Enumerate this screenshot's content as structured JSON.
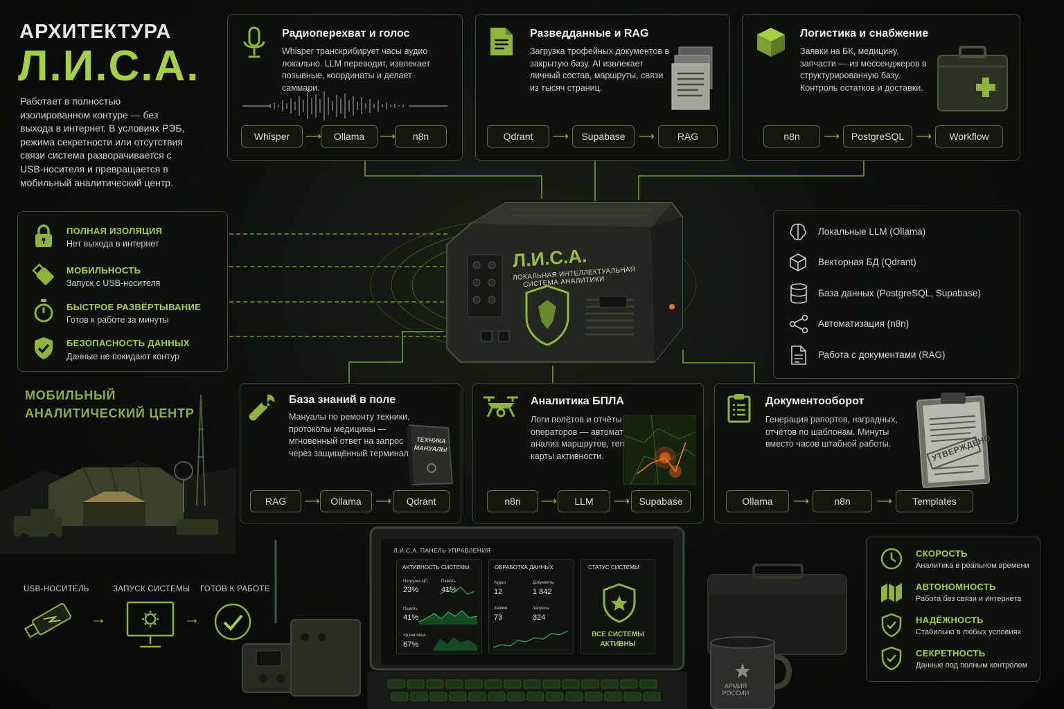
{
  "header": {
    "title_top": "АРХИТЕКТУРА",
    "title_main": "Л.И.С.А.",
    "description": "Работает в полностью изолированном контуре — без выхода в интернет. В условиях РЭБ, режима секретности или отсутствия связи система разворачивается с USB-носителя и превращается в мобильный аналитический центр."
  },
  "top_cards": [
    {
      "title": "Радиоперехват и голос",
      "text": "Whisper транскрибирует часы аудио локально. LLM переводит, извлекает позывные, координаты и делает саммари.",
      "flow": [
        "Whisper",
        "Ollama",
        "n8n"
      ],
      "icon": "microphone-icon"
    },
    {
      "title": "Разведданные и RAG",
      "text": "Загрузка трофейных документов в закрытую базу. AI извлекает личный состав, маршруты, связи из тысяч страниц.",
      "flow": [
        "Qdrant",
        "Supabase",
        "RAG"
      ],
      "icon": "document-icon"
    },
    {
      "title": "Логистика и снабжение",
      "text": "Заявки на БК, медицину, запчасти — из мессенджеров в структурированную базу. Контроль остатков и доставки.",
      "flow": [
        "n8n",
        "PostgreSQL",
        "Workflow"
      ],
      "icon": "cube-icon"
    }
  ],
  "bottom_cards": [
    {
      "title": "База знаний в поле",
      "text": "Мануалы по ремонту техники, протоколы медицины — мгновенный ответ на запрос через защищённый терминал.",
      "flow": [
        "RAG",
        "Ollama",
        "Qdrant"
      ],
      "icon": "wrench-icon",
      "book_label": "ТЕХНИКА МАНУАЛЫ"
    },
    {
      "title": "Аналитика БПЛА",
      "text": "Логи полётов и отчёты операторов — автоматический анализ маршрутов, тепловые карты активности.",
      "flow": [
        "n8n",
        "LLM",
        "Supabase"
      ],
      "icon": "drone-icon"
    },
    {
      "title": "Документооборот",
      "text": "Генерация рапортов, наградных, отчётов по шаблонам. Минуты вместо часов штабной работы.",
      "flow": [
        "Ollama",
        "n8n",
        "Templates"
      ],
      "icon": "clipboard-icon",
      "stamp": "УТВЕРЖДЕНО"
    }
  ],
  "features": [
    {
      "title": "ПОЛНАЯ ИЗОЛЯЦИЯ",
      "sub": "Нет выхода в интернет",
      "icon": "lock-icon"
    },
    {
      "title": "МОБИЛЬНОСТЬ",
      "sub": "Запуск с USB-носителя",
      "icon": "usb-icon"
    },
    {
      "title": "БЫСТРОЕ РАЗВЁРТЫВАНИЕ",
      "sub": "Готов к работе за минуты",
      "icon": "stopwatch-icon"
    },
    {
      "title": "БЕЗОПАСНОСТЬ ДАННЫХ",
      "sub": "Данные не покидают контур",
      "icon": "shield-check-icon"
    }
  ],
  "stack": [
    {
      "label": "Локальные LLM (Ollama)",
      "icon": "brain-icon"
    },
    {
      "label": "Векторная БД (Qdrant)",
      "icon": "vector-cube-icon"
    },
    {
      "label": "База данных (PostgreSQL, Supabase)",
      "icon": "database-icon"
    },
    {
      "label": "Автоматизация (n8n)",
      "icon": "nodes-icon"
    },
    {
      "label": "Работа с документами (RAG)",
      "icon": "file-icon"
    }
  ],
  "device": {
    "name": "Л.И.С.А.",
    "subtitle_1": "ЛОКАЛЬНАЯ ИНТЕЛЛЕКТУАЛЬНАЯ",
    "subtitle_2": "СИСТЕМА АНАЛИТИКИ"
  },
  "mobile_center": {
    "line1": "МОБИЛЬНЫЙ",
    "line2": "АНАЛИТИЧЕСКИЙ ЦЕНТР"
  },
  "deploy_flow": [
    "USB-НОСИТЕЛЬ",
    "ЗАПУСК СИСТЕМЫ",
    "ГОТОВ К РАБОТЕ"
  ],
  "dashboard": {
    "title": "Л.И.С.А. ПАНЕЛЬ УПРАВЛЕНИЯ",
    "panel1": {
      "title": "АКТИВНОСТЬ СИСТЕМЫ",
      "l1": "Нагрузка ЦП",
      "v1": "23%",
      "l2": "Память",
      "v2": "41%",
      "l3": "Память",
      "v3": "41%",
      "l4": "Хранилище",
      "v4": "67%"
    },
    "panel2": {
      "title": "ОБРАБОТКА ДАННЫХ",
      "l1": "Аудио",
      "v1": "12",
      "l2": "Документы",
      "v2": "1 842",
      "l3": "Заявки",
      "v3": "73",
      "l4": "Запросы",
      "v4": "324"
    },
    "panel3": {
      "title": "СТАТУС СИСТЕМЫ",
      "status1": "ВСЕ СИСТЕМЫ",
      "status2": "АКТИВНЫ"
    }
  },
  "benefits": [
    {
      "title": "СКОРОСТЬ",
      "sub": "Аналитика в реальном времени",
      "icon": "clock-icon"
    },
    {
      "title": "АВТОНОМНОСТЬ",
      "sub": "Работа без связи и интернета",
      "icon": "map-icon"
    },
    {
      "title": "НАДЁЖНОСТЬ",
      "sub": "Стабильно в любых условиях",
      "icon": "shield-icon"
    },
    {
      "title": "СЕКРЕТНОСТЬ",
      "sub": "Данные под полным контролем",
      "icon": "shield-check-icon"
    }
  ],
  "mug_text": "АРМИЯ РОССИИ"
}
